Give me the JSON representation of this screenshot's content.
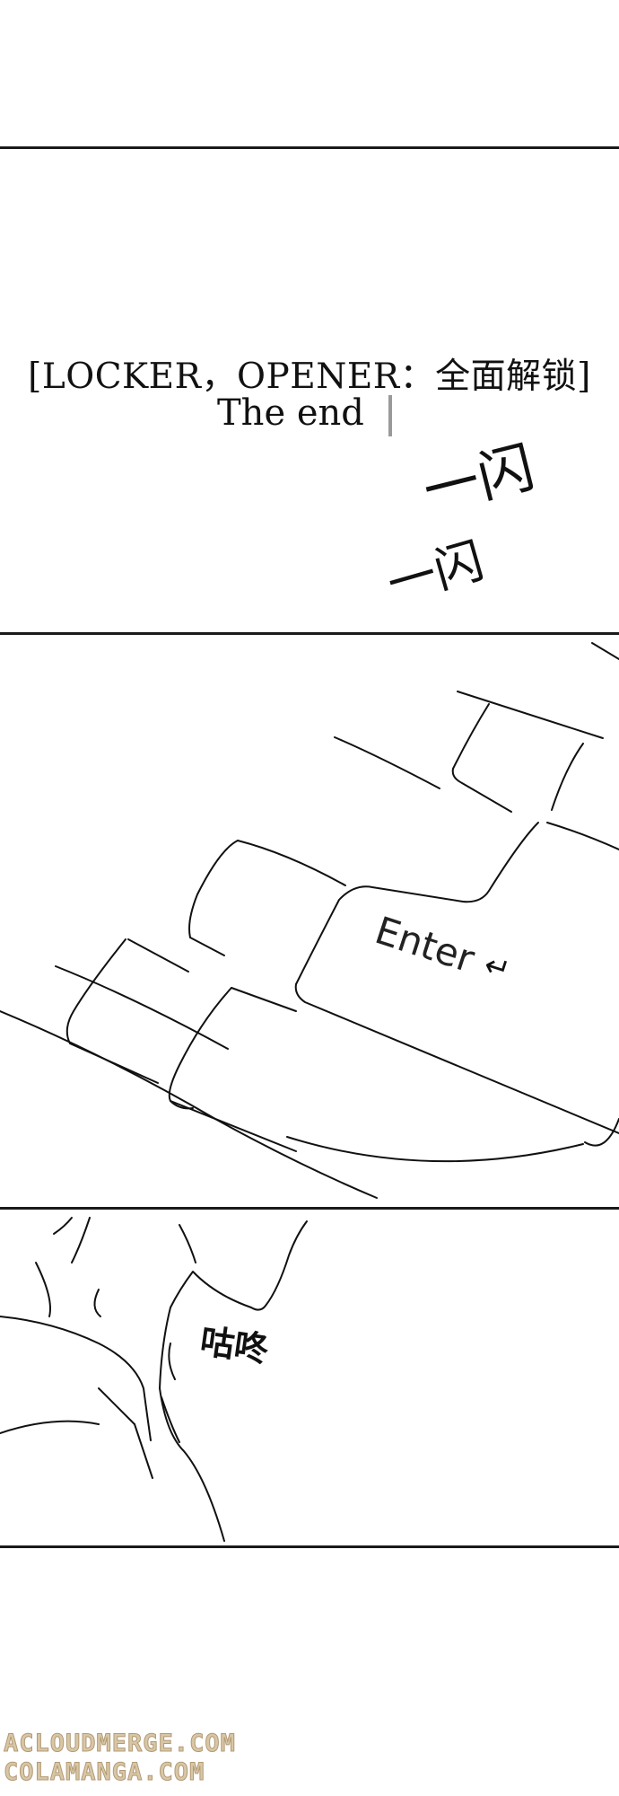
{
  "caption": {
    "line1": "[LOCKER，OPENER：全面解锁]",
    "line2": "The end"
  },
  "sfx": {
    "flash_1": "一闪",
    "flash_2": "一闪",
    "gulp": "咕咚"
  },
  "keyboard": {
    "key_label": "Enter",
    "key_arrow": "↵"
  },
  "watermarks": [
    "ACLOUDMERGE.COM",
    "COLAMANGA.COM"
  ],
  "colors": {
    "ink": "#111111",
    "cursor": "#9a9a9a",
    "watermark": "#d8c7a6"
  }
}
